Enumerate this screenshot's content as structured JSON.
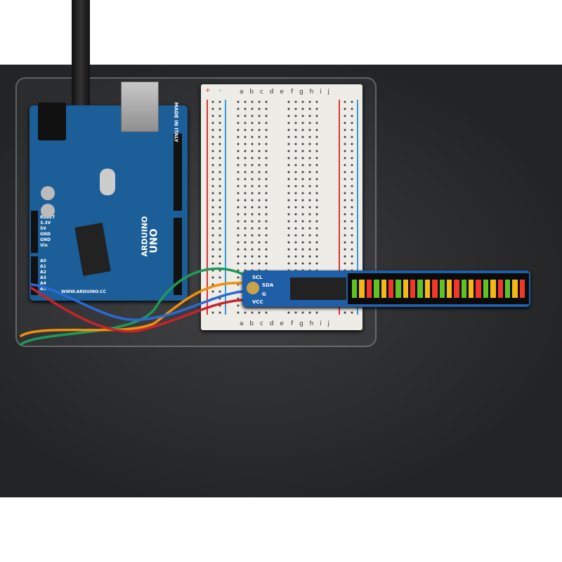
{
  "board": {
    "brand": "ARDUINO",
    "model": "UNO",
    "made": "MADE IN ITALY",
    "url": "WWW.ARDUINO.CC",
    "pins_power": [
      "RESET",
      "3.3V",
      "5V",
      "GND",
      "GND",
      "Vin"
    ],
    "pins_analog": [
      "A0",
      "A1",
      "A2",
      "A3",
      "A4",
      "A5"
    ]
  },
  "breadboard": {
    "cols_left": "a b c d e",
    "cols_right": "f g h i j",
    "rail_plus": "+",
    "rail_minus": "-"
  },
  "backpack": {
    "pins": [
      "SCL",
      "SDA",
      "G",
      "VCC"
    ]
  },
  "bargraph": {
    "segments": [
      "green",
      "yellow",
      "red",
      "green",
      "yellow",
      "red",
      "green",
      "yellow",
      "red",
      "green",
      "yellow",
      "red",
      "green",
      "yellow",
      "red",
      "green",
      "yellow",
      "red",
      "green",
      "yellow",
      "red",
      "green",
      "yellow",
      "red"
    ],
    "colors": {
      "green": "#5fc422",
      "yellow": "#f5b716",
      "red": "#f0372a"
    }
  },
  "wire_colors": {
    "green": "#1f9a5a",
    "yellow": "#f0900c",
    "red": "#c8242a",
    "blue": "#2a6ad8"
  }
}
